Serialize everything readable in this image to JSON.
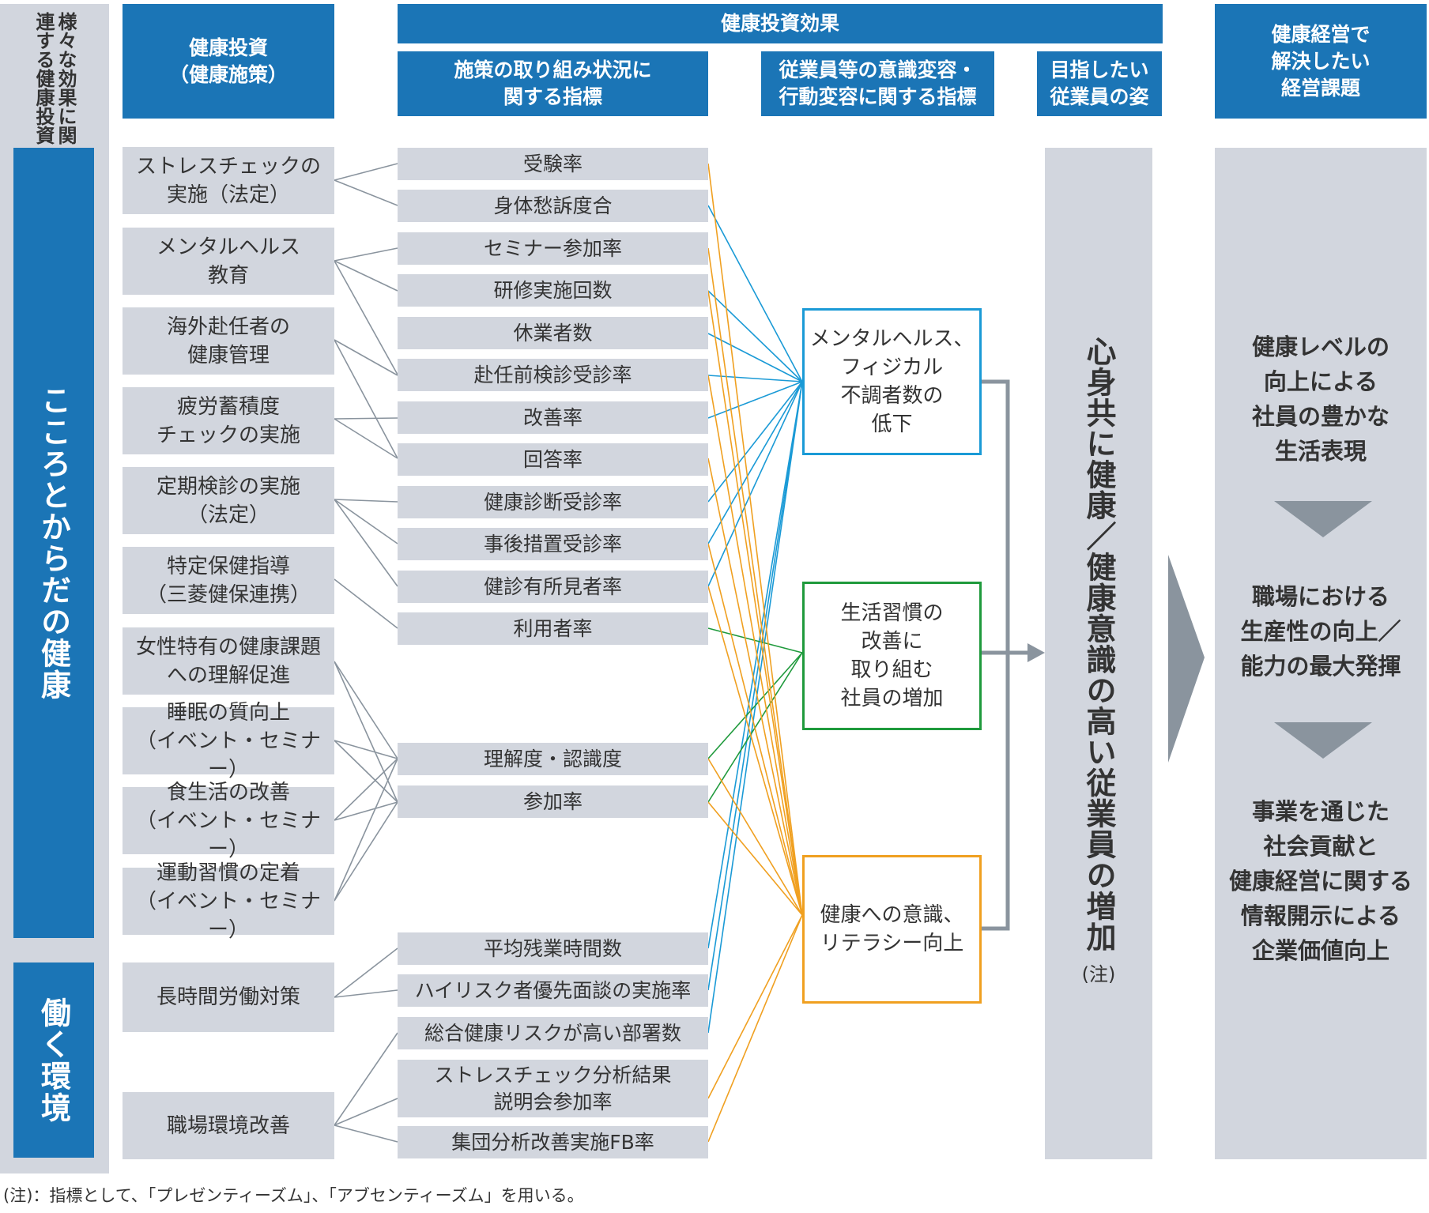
{
  "headers": {
    "related": "様々な効果に関連する健康投資",
    "investment": "健康投資\n（健康施策）",
    "effect": "健康投資効果",
    "policy_indicator": "施策の取り組み状況に\n関する指標",
    "awareness_indicator": "従業員等の意識変容・\n行動変容に関する指標",
    "target_employee": "目指したい\n従業員の姿",
    "management": "健康経営で\n解決したい\n経営課題"
  },
  "categories": [
    "こころとからだの健康",
    "働く環境"
  ],
  "investments": [
    "ストレスチェックの\n実施（法定）",
    "メンタルヘルス\n教育",
    "海外赴任者の\n健康管理",
    "疲労蓄積度\nチェックの実施",
    "定期検診の実施\n（法定）",
    "特定保健指導\n（三菱健保連携）",
    "女性特有の健康課題\nへの理解促進",
    "睡眠の質向上\n（イベント・セミナー）",
    "食生活の改善\n（イベント・セミナー）",
    "運動習慣の定着\n（イベント・セミナー）",
    "長時間労働対策",
    "職場環境改善"
  ],
  "indicators": [
    "受験率",
    "身体愁訴度合",
    "セミナー参加率",
    "研修実施回数",
    "休業者数",
    "赴任前検診受診率",
    "改善率",
    "回答率",
    "健康診断受診率",
    "事後措置受診率",
    "健診有所見者率",
    "利用者率",
    "理解度・認識度",
    "参加率",
    "平均残業時間数",
    "ハイリスク者優先面談の実施率",
    "総合健康リスクが高い部署数",
    "ストレスチェック分析結果\n説明会参加率",
    "集団分析改善実施FB率"
  ],
  "effects": [
    "メンタルヘルス、\nフィジカル\n不調者数の\n低下",
    "生活習慣の\n改善に\n取り組む\n社員の増加",
    "健康への意識、\nリテラシー向上"
  ],
  "target_text": "心身共に健康／健康意識の高い従業員の増加",
  "target_note": "(注)",
  "goals": [
    "健康レベルの\n向上による\n社員の豊かな\n生活表現",
    "職場における\n生産性の向上／\n能力の最大発揮",
    "事業を通じた\n社会貢献と\n健康経営に関する\n情報開示による\n企業価値向上"
  ],
  "footnote": "(注)：指標として、「プレゼンティーズム」、「アブセンティーズム」を用いる。",
  "colors": {
    "header_blue": "#1b75b6",
    "box_grey": "#d2d6de",
    "line_grey": "#8a949e",
    "mental_blue": "#1a9ad6",
    "habit_green": "#1f9a3c",
    "literacy_orange": "#f0a020",
    "arrow_grey": "#8a949e"
  }
}
